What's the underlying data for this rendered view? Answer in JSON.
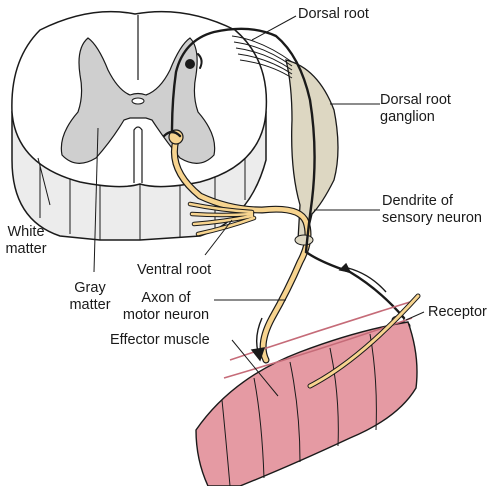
{
  "labels": {
    "dorsal_root": "Dorsal root",
    "dorsal_root_ganglion": [
      "Dorsal root",
      "ganglion"
    ],
    "dendrite": [
      "Dendrite of",
      "sensory neuron"
    ],
    "receptor": "Receptor",
    "white_matter": [
      "White",
      "matter"
    ],
    "gray_matter": [
      "Gray",
      "matter"
    ],
    "ventral_root": "Ventral root",
    "axon": [
      "Axon of",
      "motor neuron"
    ],
    "effector_muscle": "Effector muscle"
  },
  "colors": {
    "white_matter": "#ffffff",
    "white_matter_side": "#ececec",
    "gray_matter": "#cfcfcf",
    "outline": "#1a1a1a",
    "ganglion": "#ddd7c2",
    "motor_neuron": "#f7d48f",
    "sensory_neuron": "#1a1a1a",
    "muscle": "#e59aa3",
    "muscle_dark": "#c56b78"
  }
}
